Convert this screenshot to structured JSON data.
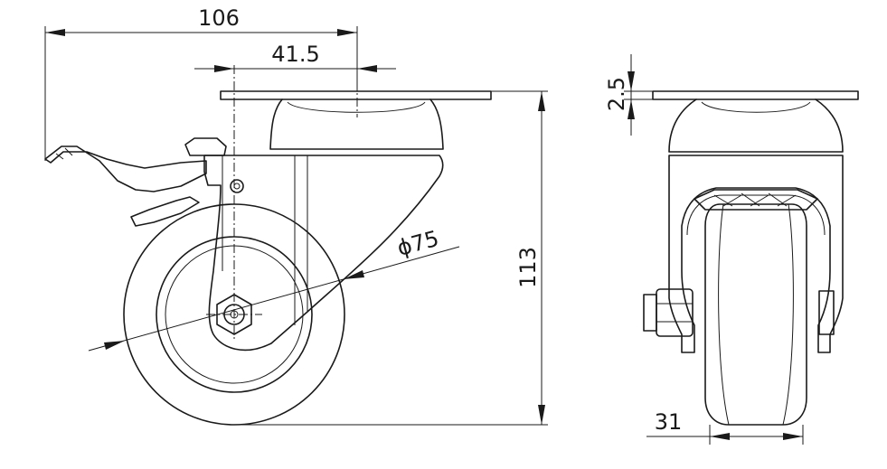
{
  "drawing": {
    "dimensions": {
      "overall_length": "106",
      "swivel_offset": "41.5",
      "wheel_diameter": "ϕ75",
      "overall_height": "113",
      "plate_thickness": "2.5",
      "wheel_width": "31"
    }
  },
  "colors": {
    "ink": "#1a1a1a",
    "background": "#ffffff"
  }
}
